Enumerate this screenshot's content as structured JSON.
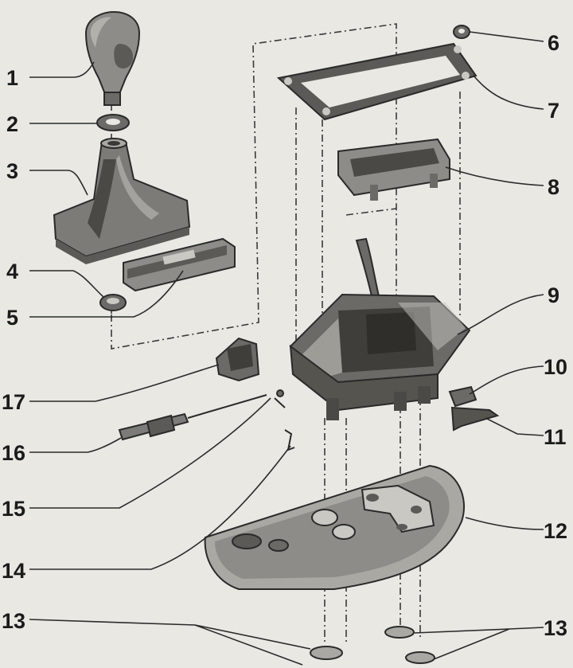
{
  "diagram": {
    "kind": "exploded-assembly",
    "callouts": [
      "1",
      "2",
      "3",
      "4",
      "5",
      "6",
      "7",
      "8",
      "9",
      "10",
      "11",
      "12",
      "13",
      "14",
      "15",
      "16",
      "17",
      "13"
    ]
  },
  "parts": [
    {
      "id": "1",
      "icon": "shift-knob-icon"
    },
    {
      "id": "2",
      "icon": "locking-ring-icon"
    },
    {
      "id": "3",
      "icon": "gaiter-boot-icon"
    },
    {
      "id": "4",
      "icon": "ring-icon"
    },
    {
      "id": "5",
      "icon": "clip-bracket-icon"
    },
    {
      "id": "6",
      "icon": "nut-icon"
    },
    {
      "id": "7",
      "icon": "gasket-frame-icon"
    },
    {
      "id": "8",
      "icon": "guide-plate-icon"
    },
    {
      "id": "9",
      "icon": "selector-housing-icon"
    },
    {
      "id": "10",
      "icon": "switch-icon"
    },
    {
      "id": "11",
      "icon": "lever-icon"
    },
    {
      "id": "12",
      "icon": "base-plate-icon"
    },
    {
      "id": "13",
      "icon": "rubber-pad-icon"
    },
    {
      "id": "14",
      "icon": "spring-clip-icon"
    },
    {
      "id": "15",
      "icon": "pin-icon"
    },
    {
      "id": "16",
      "icon": "cable-end-icon"
    },
    {
      "id": "17",
      "icon": "connector-block-icon"
    }
  ],
  "colors": {
    "paper": "#e9e8e3",
    "ink": "#2a2a2a",
    "part_fill": "#8d8c88",
    "part_dark": "#4a4946",
    "part_light": "#c9c8c3"
  }
}
